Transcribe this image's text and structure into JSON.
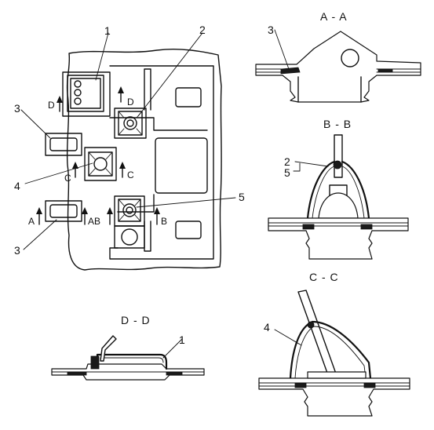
{
  "labels": {
    "n1": "1",
    "n2": "2",
    "n3a": "3",
    "n3b": "3",
    "n3c": "3",
    "n4a": "4",
    "n4b": "4",
    "n5a": "5",
    "n1b": "1",
    "n2b": "2",
    "n5b": "5"
  },
  "cut_marks": {
    "d": "D",
    "d2": "D",
    "c": "C",
    "c2": "C",
    "a": "A",
    "ab": "AB",
    "b": "B"
  },
  "sections": {
    "aa": "A - A",
    "bb": "B - B",
    "cc": "C - C",
    "dd": "D - D"
  }
}
